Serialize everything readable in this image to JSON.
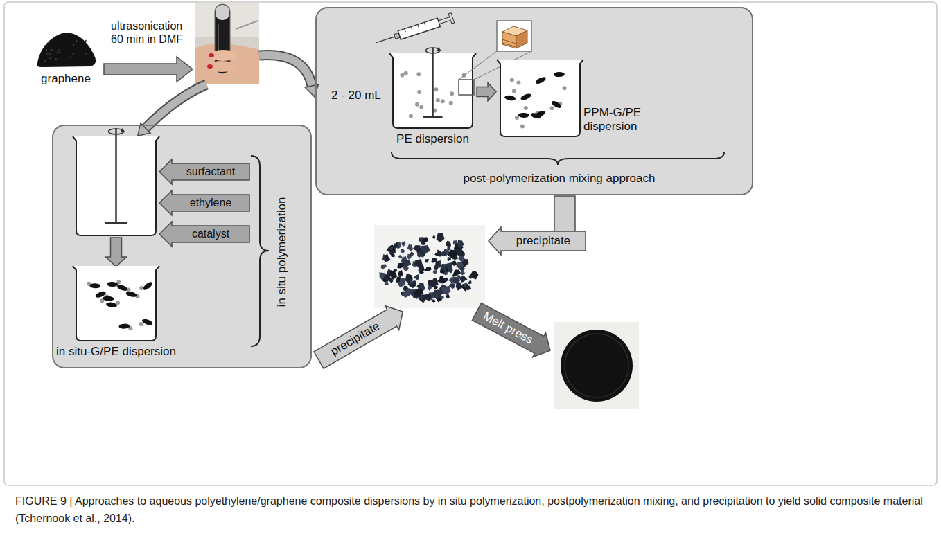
{
  "diagram": {
    "caption": "FIGURE 9 | Approaches to aqueous polyethylene/graphene composite dispersions by in situ polymerization, postpolymerization mixing, and precipitation to yield solid composite material (Tchernook et al., 2014).",
    "nodes": [
      {
        "text": [
          "graphene"
        ]
      },
      {
        "text": [
          "post-polymerization mixing approach"
        ]
      },
      {
        "text": [
          "PE dispersion"
        ],
        "in": 1
      },
      {
        "text": [
          "PPM-G/PE dispersion"
        ],
        "in": 1
      },
      {
        "text": [
          "in situ polymerization"
        ]
      },
      {
        "text": [
          "surfactant"
        ],
        "in": 4
      },
      {
        "text": [
          "ethylene"
        ],
        "in": 4
      },
      {
        "text": [
          "catalyst"
        ],
        "in": 4
      },
      {
        "text": [
          "in situ-G/PE dispersion"
        ],
        "in": 4
      },
      {
        "text": [
          "precipitate"
        ]
      },
      {
        "text": [
          "precipitate"
        ]
      },
      {
        "text": [
          "Melt press"
        ]
      }
    ],
    "edges": [
      {
        "from": 2,
        "to": 3,
        "arrow": "to"
      }
    ],
    "labels": [
      "ultrasonication 60 min in DMF",
      "2 - 20 mL"
    ]
  }
}
